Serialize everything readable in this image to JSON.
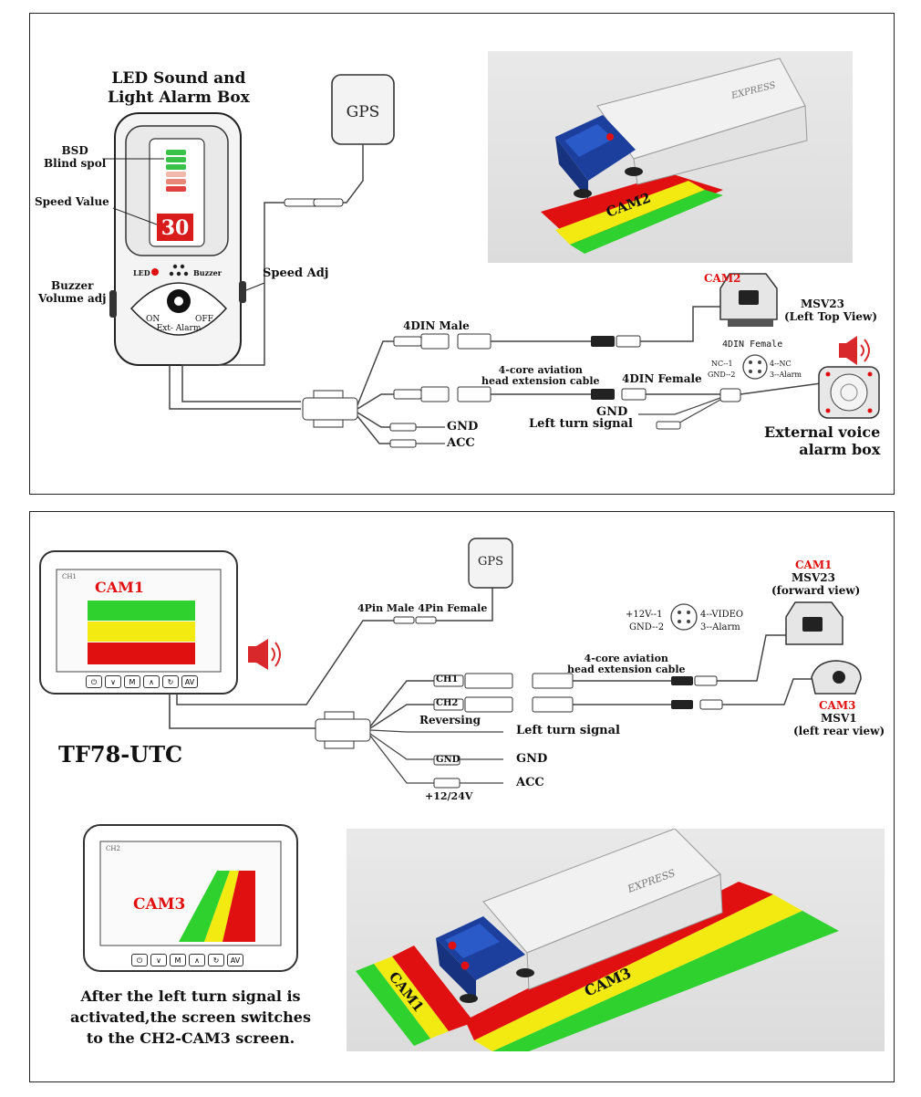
{
  "panel_top": {
    "alarm_box_title_1": "LED Sound and",
    "alarm_box_title_2": "Light Alarm Box",
    "bsd_label_1": "BSD",
    "bsd_label_2": "Blind spol",
    "speed_value_label": "Speed Value",
    "speed_display": "30",
    "led_label": "LED",
    "buzzer_label": "Buzzer",
    "buzzer_volume_1": "Buzzer",
    "buzzer_volume_2": "Volume adj",
    "speed_adj": "Speed Adj",
    "switch_on": "ON",
    "switch_off": "OFF",
    "ext_alarm": "Ext- Alarm",
    "gps": "GPS",
    "cam2_road": "CAM2",
    "express": "EXPRESS",
    "cam2_label": "CAM2",
    "msv23_label": "MSV23",
    "left_top_view": "(Left Top View)",
    "din_male": "4DIN Male",
    "din_female_top": "4DIN Female",
    "aviation_1": "4-core aviation",
    "aviation_2": "head extension cable",
    "din_female": "4DIN Female",
    "pin_nc1": "NC--1",
    "pin_gnd2": "GND--2",
    "pin_nc4": "4--NC",
    "pin_alarm3": "3--Alarm",
    "gnd_wire": "GND",
    "left_turn": "Left turn signal",
    "gnd": "GND",
    "acc": "ACC",
    "ext_voice_1": "External voice",
    "ext_voice_2": "alarm box"
  },
  "panel_bottom": {
    "monitor_ch": "CH1",
    "cam1_screen": "CAM1",
    "buttons": [
      "⏻",
      "∨",
      "M",
      "∧",
      "↻",
      "AV"
    ],
    "model": "TF78-UTC",
    "gps": "GPS",
    "pin_male_female": "4Pin Male 4Pin Female",
    "cam1_label": "CAM1",
    "msv23_label": "MSV23",
    "forward_view": "(forward view)",
    "pin_12v": "+12V--1",
    "pin_gnd": "GND--2",
    "pin_video": "4--VIDEO",
    "pin_alarm": "3--Alarm",
    "aviation_1": "4-core aviation",
    "aviation_2": "head extension cable",
    "ch1": "CH1",
    "ch2": "CH2",
    "reversing": "Reversing",
    "left_turn": "Left turn signal",
    "gnd_box": "GND",
    "gnd": "GND",
    "acc": "ACC",
    "voltage": "+12/24V",
    "cam3_label": "CAM3",
    "msv1_label": "MSV1",
    "left_rear_view": "(left rear view)",
    "monitor2_ch": "CH2",
    "cam3_screen": "CAM3",
    "caption_1": "After the left turn signal is",
    "caption_2": "activated,the screen switches",
    "caption_3": "to the CH2-CAM3 screen.",
    "cam1_road": "CAM1",
    "cam3_road": "CAM3",
    "express": "EXPRESS"
  },
  "colors": {
    "red": "#e01010",
    "yellow": "#f2ea10",
    "green": "#2fd12f",
    "truck_blue": "#1c3f9e"
  }
}
